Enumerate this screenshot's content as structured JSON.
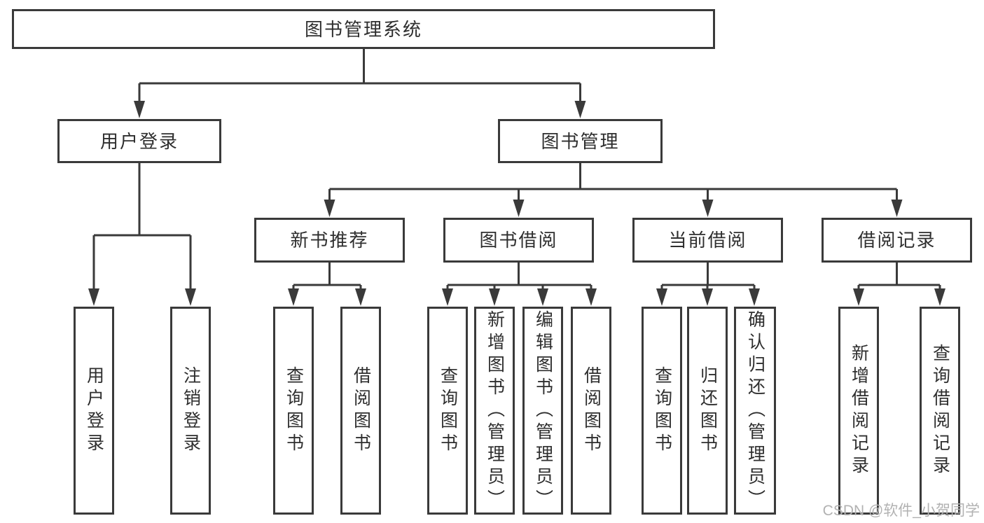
{
  "diagram": {
    "root": {
      "label": "图书管理系统"
    },
    "level2": [
      {
        "label": "用户登录"
      },
      {
        "label": "图书管理"
      }
    ],
    "level3": [
      {
        "label": "新书推荐"
      },
      {
        "label": "图书借阅"
      },
      {
        "label": "当前借阅"
      },
      {
        "label": "借阅记录"
      }
    ],
    "leaves": {
      "user_login": [
        {
          "label": "用户登录"
        },
        {
          "label": "注销登录"
        }
      ],
      "new_book_recommend": [
        {
          "label": "查询图书"
        },
        {
          "label": "借阅图书"
        }
      ],
      "book_borrow": [
        {
          "label": "查询图书"
        },
        {
          "label": "新增图书（管理员）"
        },
        {
          "label": "编辑图书（管理员）"
        },
        {
          "label": "借阅图书"
        }
      ],
      "current_borrow": [
        {
          "label": "查询图书"
        },
        {
          "label": "归还图书"
        },
        {
          "label": "确认归还（管理员）"
        }
      ],
      "borrow_record": [
        {
          "label": "新增借阅记录"
        },
        {
          "label": "查询借阅记录"
        }
      ]
    }
  },
  "watermark": {
    "text": "CSDN @软件_小贺同学"
  },
  "colors": {
    "line": "#3a3a3a",
    "text": "#2e2e2e",
    "background": "#ffffff",
    "watermark": "#b2b2b2"
  }
}
